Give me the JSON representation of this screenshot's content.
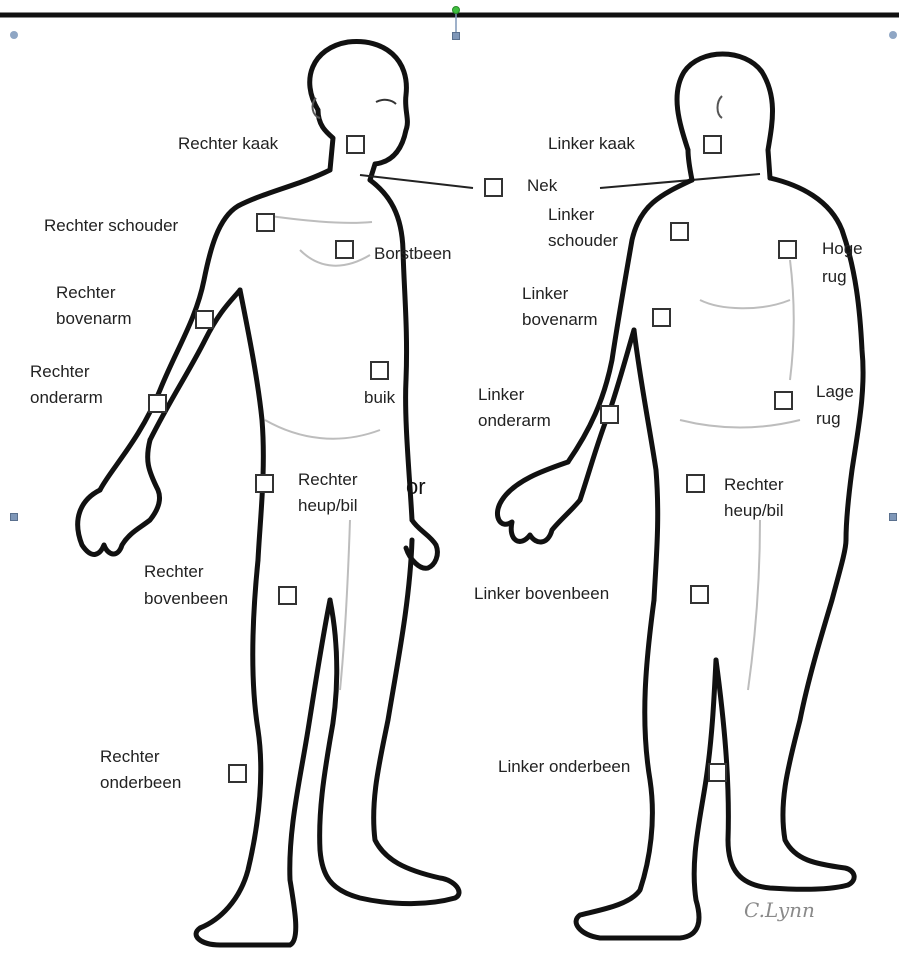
{
  "labels": {
    "rechter_kaak": "Rechter kaak",
    "linker_kaak": "Linker kaak",
    "nek": "Nek",
    "rechter_schouder": "Rechter schouder",
    "borstbeen": "Borstbeen",
    "linker_schouder_1": "Linker",
    "linker_schouder_2": "schouder",
    "hoge_rug_1": "Hoge",
    "hoge_rug_2": "rug",
    "rechter_bovenarm_1": "Rechter",
    "rechter_bovenarm_2": "bovenarm",
    "linker_bovenarm_1": "Linker",
    "linker_bovenarm_2": "bovenarm",
    "rechter_onderarm_1": "Rechter",
    "rechter_onderarm_2": "onderarm",
    "buik": "buik",
    "linker_onderarm_1": "Linker",
    "linker_onderarm_2": "onderarm",
    "lage_rug_1": "Lage",
    "lage_rug_2": "rug",
    "rechter_heup_front_1": "Rechter",
    "rechter_heup_front_2": "heup/bil",
    "rechter_heup_back_1": "Rechter",
    "rechter_heup_back_2": "heup/bil",
    "rechter_bovenbeen_1": "Rechter",
    "rechter_bovenbeen_2": "bovenbeen",
    "linker_bovenbeen": "Linker bovenbeen",
    "rechter_onderbeen_1": "Rechter",
    "rechter_onderbeen_2": "onderbeen",
    "linker_onderbeen": "Linker onderbeen",
    "or_text": "or",
    "signature": "C.Lynn"
  },
  "checkboxes": [
    "rechter-kaak",
    "linker-kaak",
    "nek",
    "rechter-schouder",
    "borstbeen",
    "linker-schouder",
    "hoge-rug",
    "rechter-bovenarm",
    "linker-bovenarm",
    "rechter-onderarm",
    "buik",
    "linker-onderarm",
    "lage-rug",
    "rechter-heup-front",
    "rechter-heup-back",
    "rechter-bovenbeen",
    "linker-bovenbeen",
    "rechter-onderbeen",
    "linker-onderbeen"
  ],
  "colors": {
    "outline": "#111111",
    "faint": "#bdbdbd",
    "handle": "#8fa6c4",
    "rotate_handle": "#3fbf3f"
  }
}
